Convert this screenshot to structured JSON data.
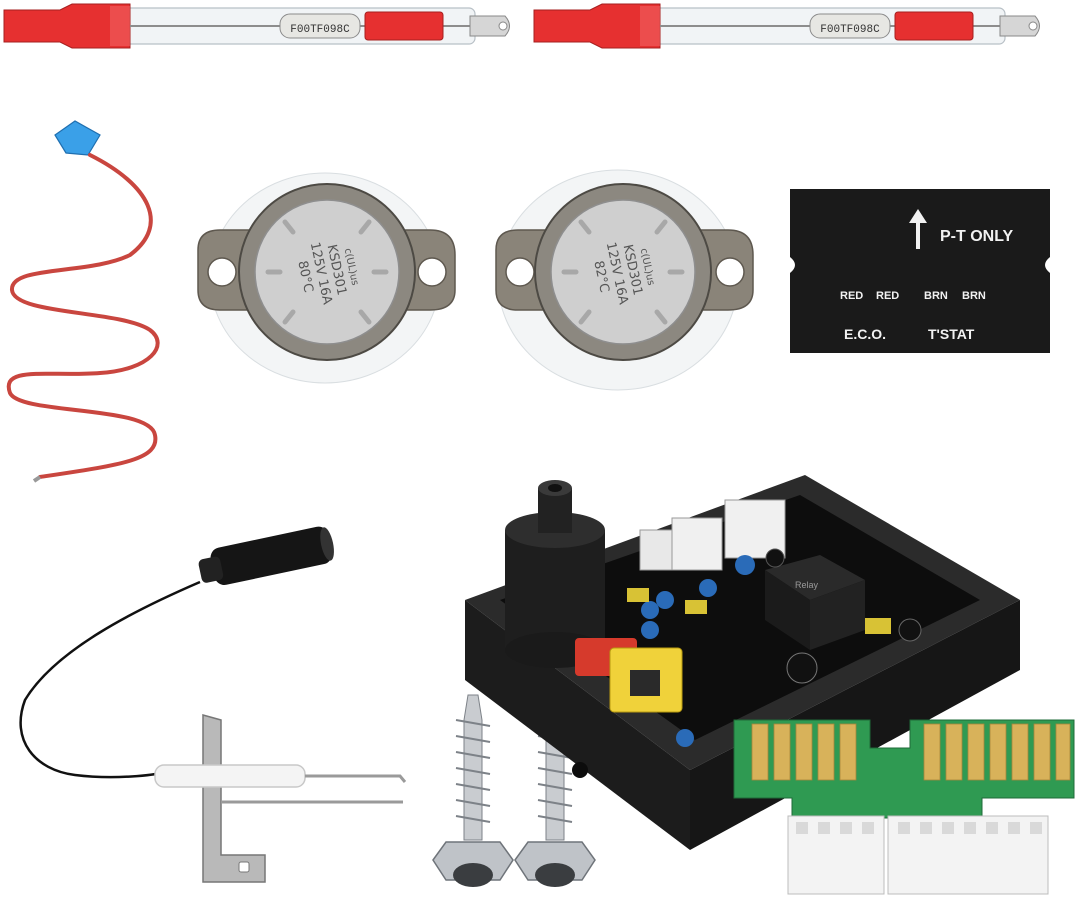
{
  "fuses": {
    "left": {
      "print": "F00TF098C"
    },
    "right": {
      "print": "F00TF098C"
    }
  },
  "thermostats": {
    "left": {
      "brand": "c(UL)us",
      "model": "KSD301",
      "rating": "125V 16A",
      "temp": "80°C"
    },
    "right": {
      "brand": "c(UL)us",
      "model": "KSD301",
      "rating": "125V 16A",
      "temp": "82°C"
    }
  },
  "label_card": {
    "title": "P-T ONLY",
    "wire_1": "RED",
    "wire_2": "RED",
    "wire_3": "BRN",
    "wire_4": "BRN",
    "group_1": "E.C.O.",
    "group_2": "T'STAT"
  },
  "relay": {
    "print": "Relay"
  },
  "colors": {
    "fuse_red": "#e63030",
    "wire_red": "#c9463f",
    "card_black": "#1a1a1a",
    "module_black": "#1c1c1c",
    "pcb_green": "#2f9a52",
    "pad_gold": "#d8b25a",
    "metal": "#b9b9b9"
  }
}
